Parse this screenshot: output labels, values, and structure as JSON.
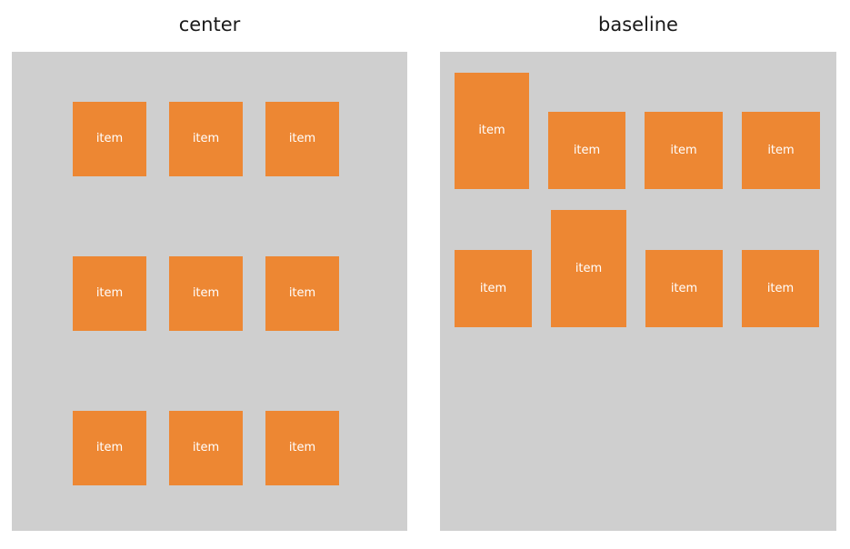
{
  "colors": {
    "item_fill": "#ed8733",
    "panel_background": "#cfcfcf",
    "page_background": "#ffffff",
    "item_label": "#ffffff",
    "title": "#1a1a1a"
  },
  "panels": [
    {
      "id": "center",
      "title": "center",
      "align_items": "center",
      "rows": [
        {
          "items": [
            {
              "label": "item",
              "width": 81,
              "height": 82
            },
            {
              "label": "item",
              "width": 81,
              "height": 82
            },
            {
              "label": "item",
              "width": 81,
              "height": 82
            }
          ]
        },
        {
          "items": [
            {
              "label": "item",
              "width": 81,
              "height": 82
            },
            {
              "label": "item",
              "width": 81,
              "height": 82
            },
            {
              "label": "item",
              "width": 81,
              "height": 82
            }
          ]
        },
        {
          "items": [
            {
              "label": "item",
              "width": 81,
              "height": 82
            },
            {
              "label": "item",
              "width": 81,
              "height": 82
            },
            {
              "label": "item",
              "width": 81,
              "height": 82
            }
          ]
        }
      ]
    },
    {
      "id": "baseline",
      "title": "baseline",
      "align_items": "baseline",
      "rows": [
        {
          "items": [
            {
              "label": "item",
              "width": 82,
              "height": 128
            },
            {
              "label": "item",
              "width": 85,
              "height": 85
            },
            {
              "label": "item",
              "width": 86,
              "height": 85
            },
            {
              "label": "item",
              "width": 86,
              "height": 85
            }
          ]
        },
        {
          "items": [
            {
              "label": "item",
              "width": 85,
              "height": 85
            },
            {
              "label": "item",
              "width": 83,
              "height": 129
            },
            {
              "label": "item",
              "width": 85,
              "height": 85
            },
            {
              "label": "item",
              "width": 85,
              "height": 85
            }
          ]
        }
      ]
    }
  ]
}
